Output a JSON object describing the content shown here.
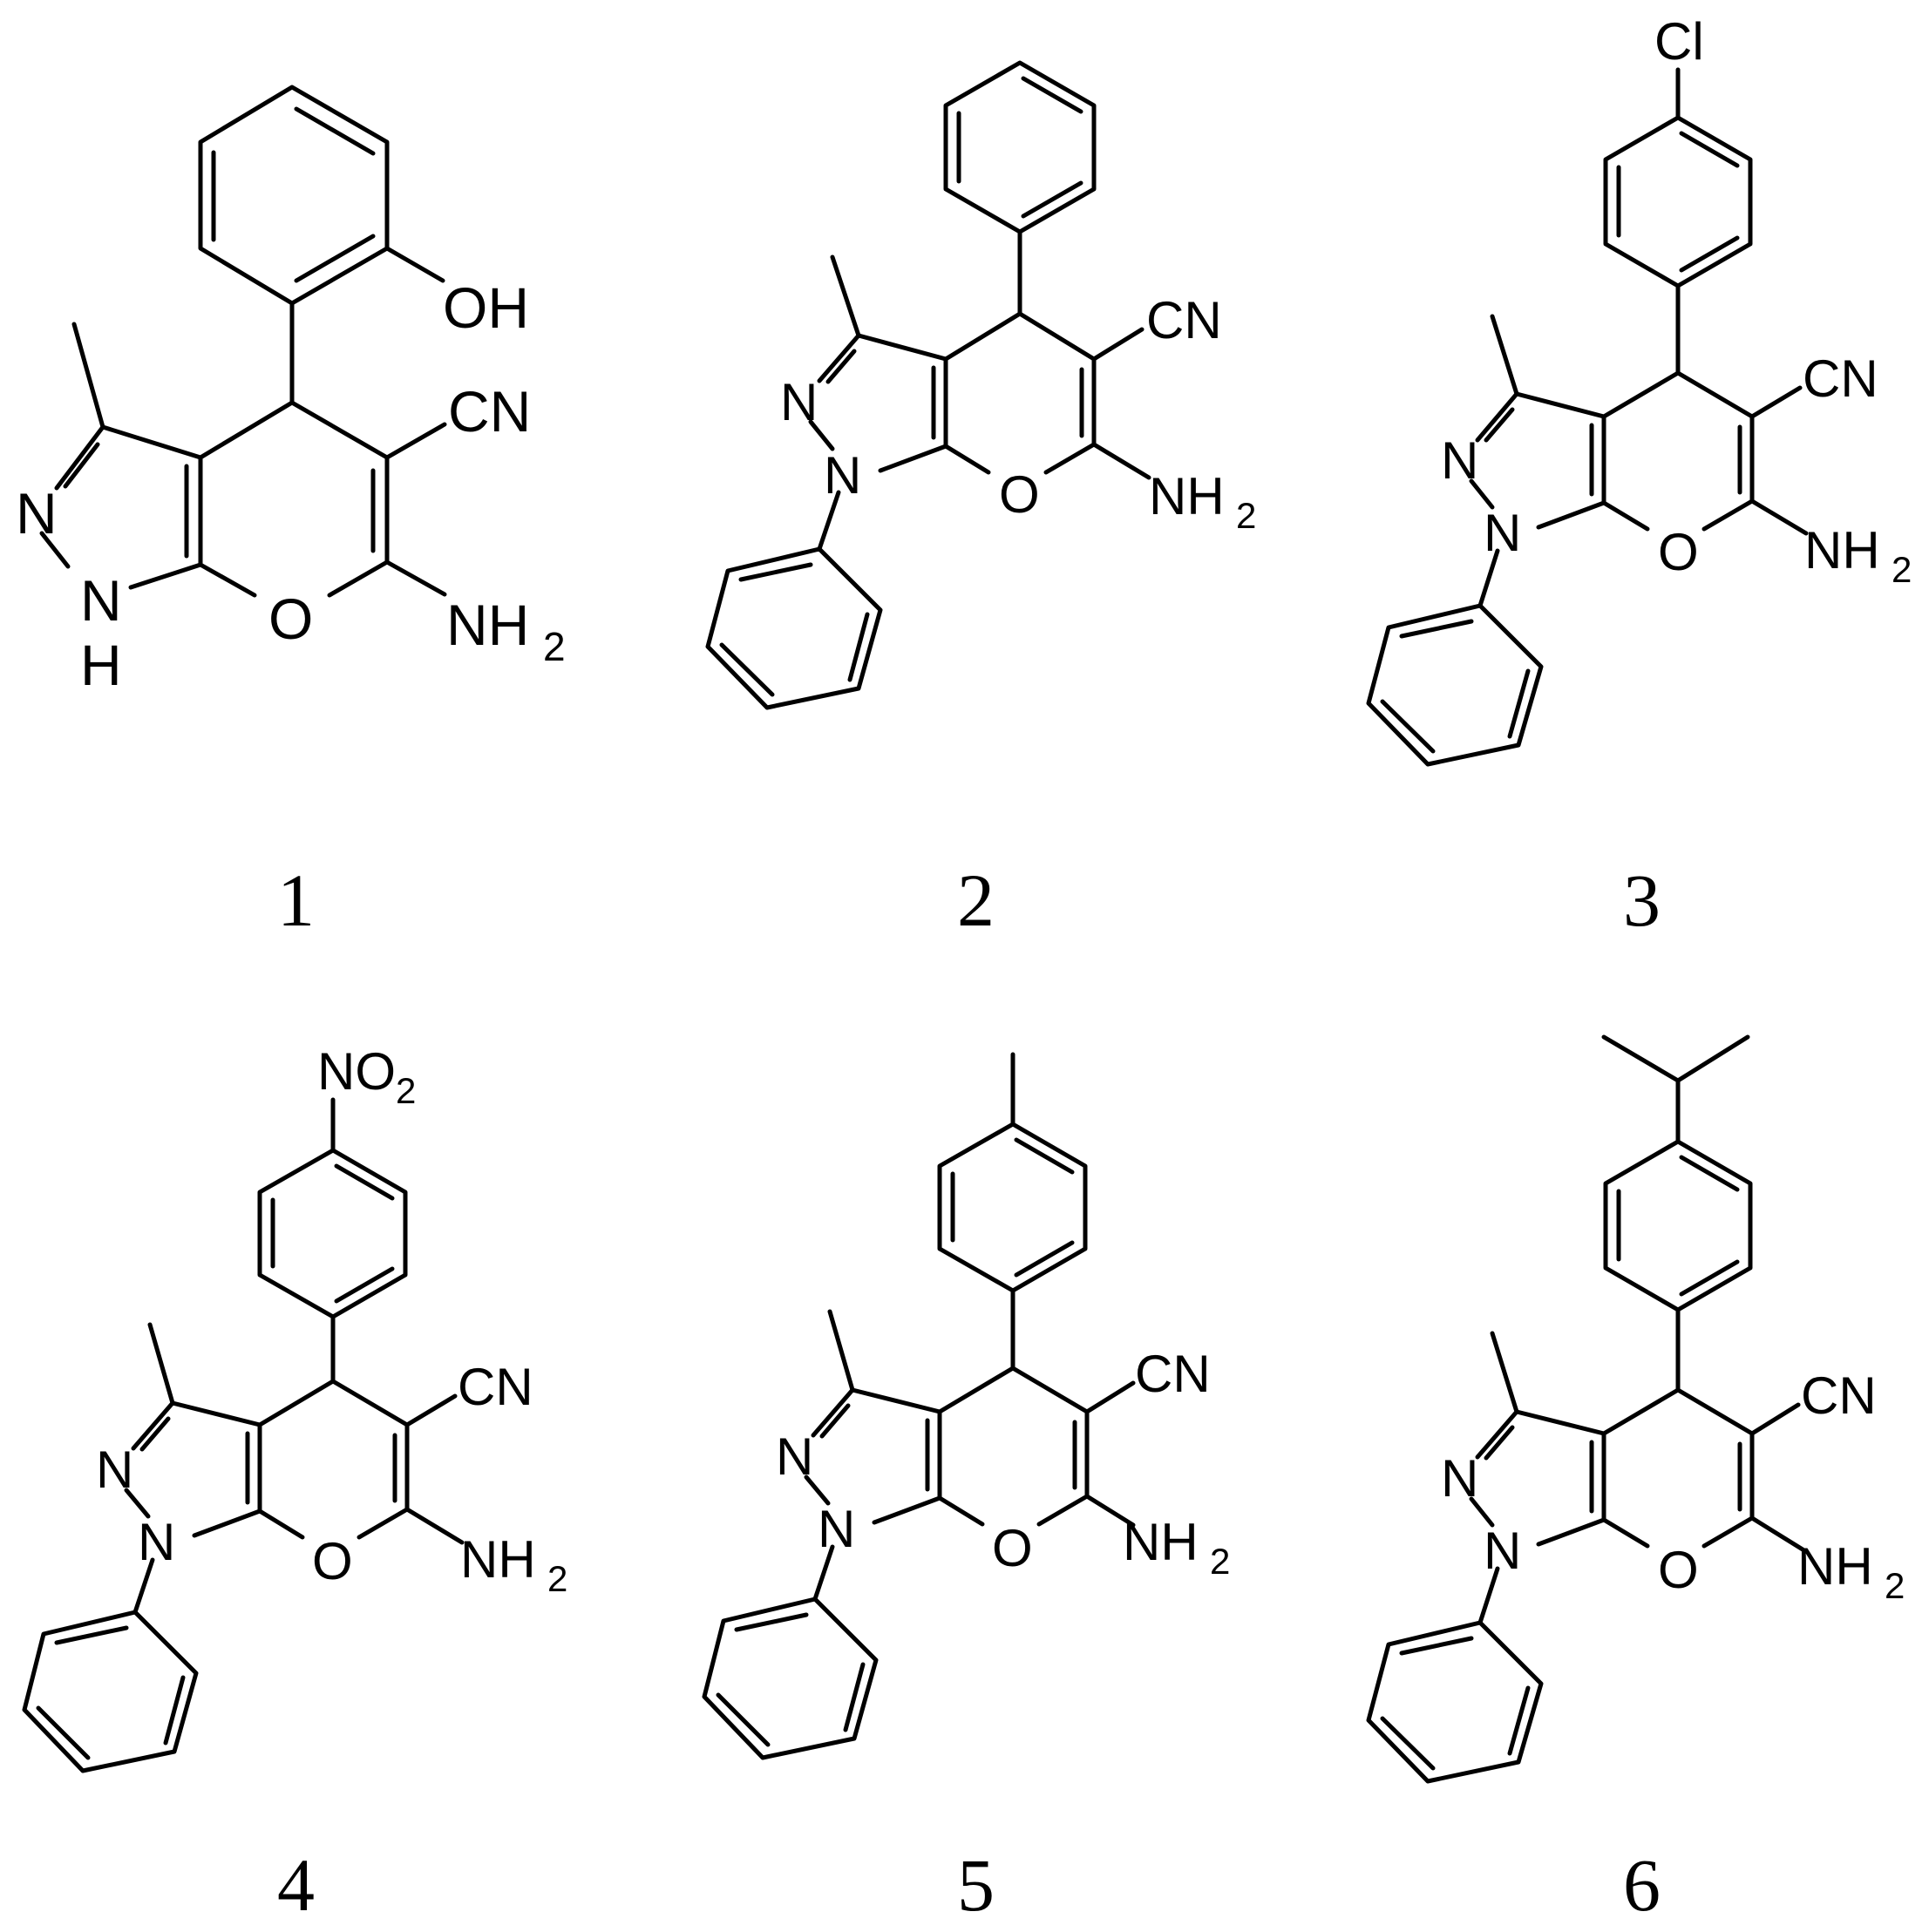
{
  "compounds": [
    {
      "number": "1",
      "labels": {
        "OH": "OH",
        "CN": "CN",
        "NH2": "NH",
        "NH2_sub": "2",
        "N_a": "N",
        "N_b": "N",
        "H_on_N": "H",
        "O_ring": "O"
      }
    },
    {
      "number": "2",
      "labels": {
        "CN": "CN",
        "NH2": "NH",
        "NH2_sub": "2",
        "N_a": "N",
        "N_b": "N",
        "O_ring": "O"
      }
    },
    {
      "number": "3",
      "labels": {
        "Cl": "Cl",
        "CN": "CN",
        "NH2": "NH",
        "NH2_sub": "2",
        "N_a": "N",
        "N_b": "N",
        "O_ring": "O"
      }
    },
    {
      "number": "4",
      "labels": {
        "NO2": "NO",
        "NO2_sub": "2",
        "CN": "CN",
        "NH2": "NH",
        "NH2_sub": "2",
        "N_a": "N",
        "N_b": "N",
        "O_ring": "O"
      }
    },
    {
      "number": "5",
      "labels": {
        "CN": "CN",
        "NH2": "NH",
        "NH2_sub": "2",
        "N_a": "N",
        "N_b": "N",
        "O_ring": "O"
      }
    },
    {
      "number": "6",
      "labels": {
        "CN": "CN",
        "NH2": "NH",
        "NH2_sub": "2",
        "N_a": "N",
        "N_b": "N",
        "O_ring": "O"
      }
    }
  ]
}
